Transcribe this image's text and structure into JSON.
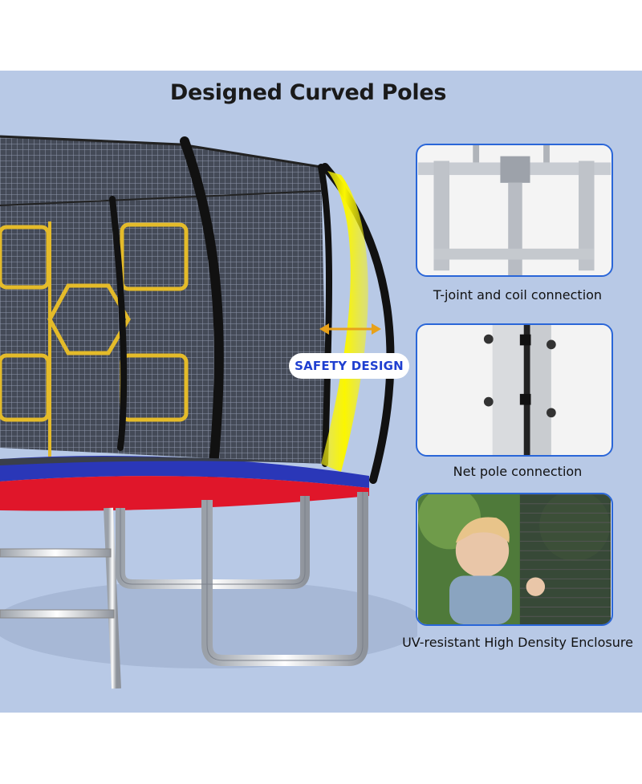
{
  "title": "Designed Curved Poles",
  "badge": {
    "label": "SAFETY DESIGN"
  },
  "features": [
    {
      "caption": "T-joint and coil connection",
      "icon": "t-joint-photo"
    },
    {
      "caption": "Net pole connection",
      "icon": "net-pole-photo"
    },
    {
      "caption": "UV-resistant High Density Enclosure",
      "icon": "child-enclosure-photo"
    }
  ],
  "colors": {
    "background": "#b8c9e6",
    "frame_border": "#2a66d8",
    "badge_text": "#1f3fd0",
    "highlight": "#f7f21a",
    "pad_red": "#e0162a",
    "pad_blue": "#2a37b8"
  }
}
